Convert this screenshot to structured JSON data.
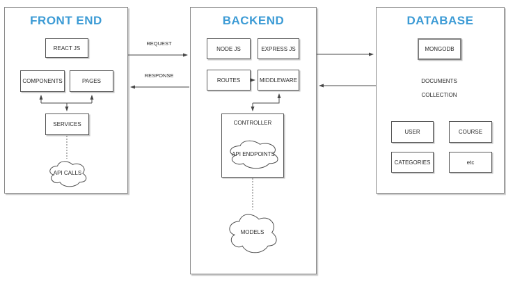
{
  "frontend": {
    "title": "FRONT END",
    "react": "REACT JS",
    "components": "COMPONENTS",
    "pages": "PAGES",
    "services": "SERVICES",
    "api_calls_cloud": "API CALLS"
  },
  "backend": {
    "title": "BACKEND",
    "node": "NODE JS",
    "express": "EXPRESS JS",
    "routes": "ROUTES",
    "middleware": "MIDDLEWARE",
    "controller": "CONTROLLER",
    "api_endpoints_cloud": "API ENDPOINTS",
    "models_cloud": "MODELS"
  },
  "database": {
    "title": "DATABASE",
    "mongodb": "MONGODB",
    "documents": "DOCUMENTS",
    "collection": "COLLECTION",
    "user": "USER",
    "course": "COURSE",
    "categories": "CATEGORIES",
    "etc": "etc"
  },
  "flows": {
    "request": "REQUEST",
    "response": "RESPONSE"
  },
  "colors": {
    "title_blue": "#3c9bd5",
    "shape_border": "#595959",
    "container_border": "#8a8a8a",
    "arrow": "#474747",
    "background": "#ffffff"
  }
}
